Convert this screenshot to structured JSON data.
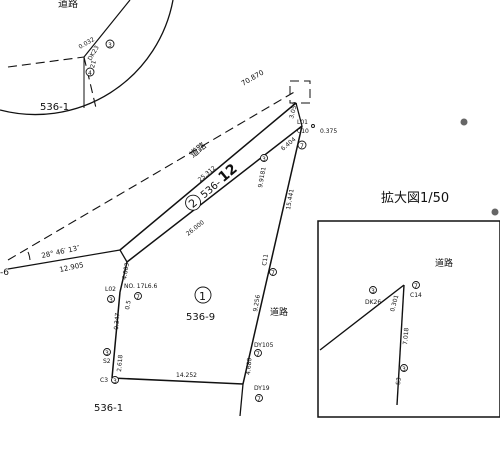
{
  "top_label": "道路",
  "circle_label": "536-1",
  "circle_points": {
    "p1": "0.032",
    "p2": "DK23",
    "p3": "DY21"
  },
  "dim_long": "70.870",
  "dim_top": "3.059",
  "top_points": {
    "l01": "L01",
    "c10": "C10",
    "d375": "0.375"
  },
  "road_center_label": "道路",
  "parcel2": {
    "circle_num": "2",
    "label": "536-",
    "label_big": "12"
  },
  "dims": {
    "d_upper": "25.312",
    "d_lower": "26.000",
    "d_short": "6.404",
    "d_mid": "9.9181",
    "d_right": "15.441",
    "d_left_a": "4.003",
    "d_left_b": "0.5",
    "d_left_c": "0.347",
    "d_left_d": "2.618",
    "d_bottom": "14.252",
    "d_right2": "9.256",
    "d_right3": "4.680",
    "d_west": "12.905",
    "angle": "28° 46′ 13″"
  },
  "points": {
    "nc": "NO. 17L6.6",
    "l02": "L02",
    "s2": "S2",
    "c3": "C3",
    "c11": "C11",
    "dy105": "DY105",
    "dy19": "DY19",
    "k6": "-6"
  },
  "parcel1": {
    "circle_num": "1",
    "label": "536-9"
  },
  "road_right_label": "道路",
  "bottom_left_label": "536-1",
  "enlarge": {
    "title": "拡大図1/50",
    "road": "道路",
    "dk26": "DK26",
    "c14": "C14",
    "d_a": "0.301",
    "d_b": "7.018",
    "s3": "S3"
  }
}
